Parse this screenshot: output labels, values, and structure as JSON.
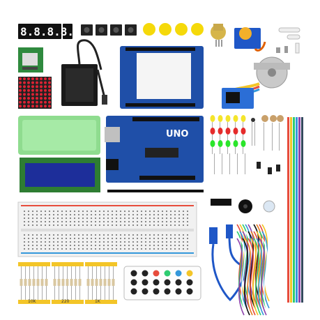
{
  "board": {
    "brand_label": "UNO",
    "color": "#1f4fa8"
  },
  "segment_display": {
    "digits": "8.8.8.8."
  },
  "resistor_labels": [
    "10K",
    "220",
    "1K"
  ],
  "colors": {
    "arduino_blue": "#1f4fa8",
    "breadboard": "#f1f1f1",
    "enclosure_green": "#8fdc8f",
    "lcd_blue": "#1d2e9a",
    "button_yellow": "#f5d90a",
    "servo_blue": "#1f57c7",
    "matrix": "#222222",
    "jumper_yellow": "#f3c528",
    "stepper_silver": "#c9c9c9"
  },
  "icons": {
    "remote": "remote-control-icon",
    "usb": "usb-cable-icon"
  }
}
